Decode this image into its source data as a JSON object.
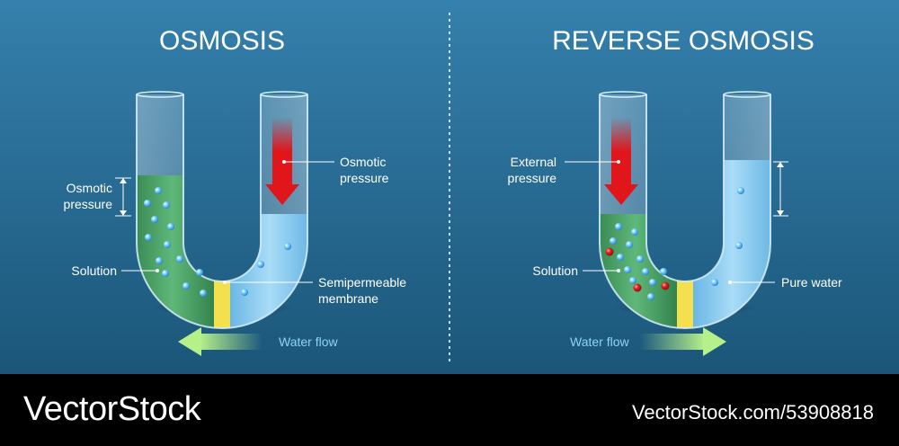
{
  "titles": {
    "left": "OSMOSIS",
    "right": "REVERSE OSMOSIS"
  },
  "osmosis": {
    "pressure_label_left": [
      "Osmotic",
      "pressure"
    ],
    "pressure_label_right": [
      "Osmotic",
      "pressure"
    ],
    "solution_label": "Solution",
    "membrane_label": [
      "Semipermeable",
      "membrane"
    ],
    "water_flow_label": "Water flow",
    "flow_direction": "left"
  },
  "reverse_osmosis": {
    "external_pressure_label": [
      "External",
      "pressure"
    ],
    "solution_label": "Solution",
    "pure_water_label": "Pure water",
    "water_flow_label": "Water flow",
    "flow_direction": "right"
  },
  "colors": {
    "background_top": "#2f7aa6",
    "background_bottom": "#1d5a80",
    "solution": "#3f9a5c",
    "water": "#7fc6ee",
    "membrane": "#f4e04d",
    "pressure_arrow": "#e0161b",
    "flow_arrow": "#b6f08a",
    "solute": "#d81e1e"
  },
  "watermark": {
    "logo": "VectorStock",
    "id": "VectorStock.com/53908818"
  }
}
